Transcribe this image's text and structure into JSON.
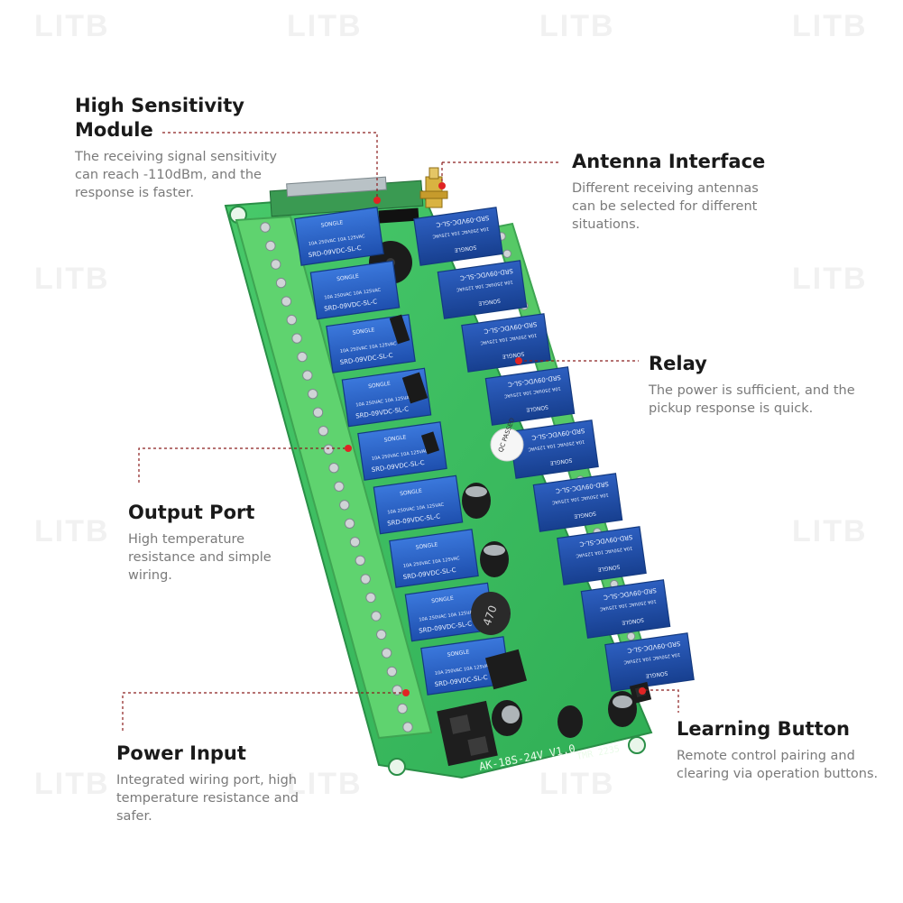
{
  "watermark": {
    "text": "LITB"
  },
  "callouts": {
    "high_sensitivity": {
      "title": "High Sensitivity Module",
      "desc": "The receiving signal sensitivity can reach -110dBm, and the response is faster."
    },
    "antenna": {
      "title": "Antenna Interface",
      "desc": "Different receiving antennas can be selected for different situations."
    },
    "relay": {
      "title": "Relay",
      "desc": "The power is sufficient,  and the pickup response is quick."
    },
    "output": {
      "title": "Output Port",
      "desc": "High temperature resistance and simple wiring."
    },
    "power": {
      "title": "Power Input",
      "desc": "Integrated wiring port, high temperature resistance and safer."
    },
    "learning": {
      "title": "Learning Button",
      "desc": "Remote control pairing and clearing via operation buttons."
    }
  },
  "board": {
    "model_label": "AK-18S-24V V1.0",
    "date_label": "TMR 2235",
    "relay_brand": "SONGLE",
    "relay_model": "SRD-09VDC-SL-C",
    "relay_rating": "10A 250VAC 10A 125VAC",
    "qc_label": "QC PASSED",
    "inductor_label": "470"
  },
  "colors": {
    "pcb": "#3fbf63",
    "terminal": "#5fd36f",
    "relay": "#2a63c9",
    "leader": "#8b1d1d",
    "marker": "#e02424"
  }
}
